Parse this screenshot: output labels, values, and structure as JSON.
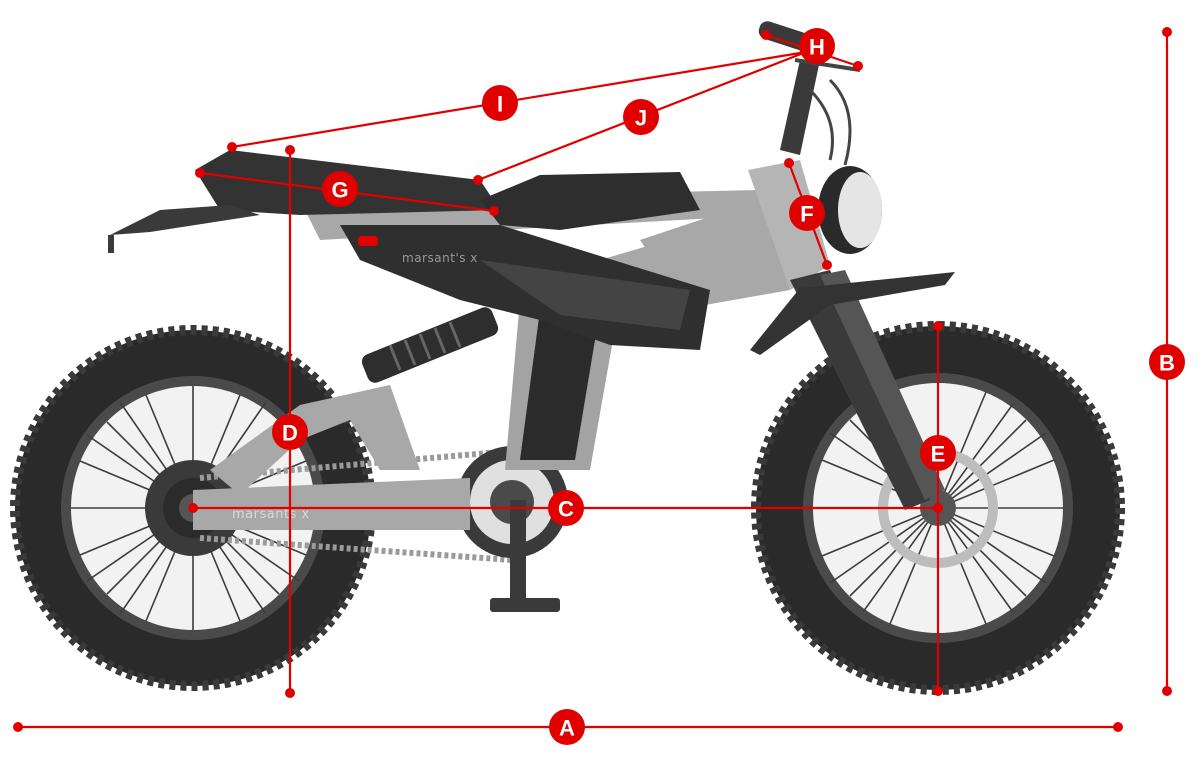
{
  "diagram": {
    "accent_color": "#e00000",
    "frame_brand_text": "marsant's x",
    "swingarm_brand_text": "marsants x",
    "markers": [
      {
        "id": "A",
        "label": "A"
      },
      {
        "id": "B",
        "label": "B"
      },
      {
        "id": "C",
        "label": "C"
      },
      {
        "id": "D",
        "label": "D"
      },
      {
        "id": "E",
        "label": "E"
      },
      {
        "id": "F",
        "label": "F"
      },
      {
        "id": "G",
        "label": "G"
      },
      {
        "id": "H",
        "label": "H"
      },
      {
        "id": "I",
        "label": "I"
      },
      {
        "id": "J",
        "label": "J"
      }
    ]
  }
}
